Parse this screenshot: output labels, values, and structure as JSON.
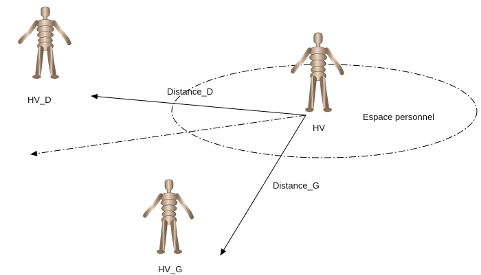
{
  "labels": {
    "hv_d": "HV_D",
    "hv": "HV",
    "hv_g": "HV_G",
    "distance_d": "Distance_D",
    "distance_g": "Distance_G",
    "personal_space": "Espace personnel"
  },
  "colors": {
    "line": "#000000",
    "figure_light": "#e8d2bc",
    "figure_mid": "#b8977a",
    "figure_dark": "#6e5a48"
  },
  "icons": {
    "figure": "humanoid-mannequin-icon"
  }
}
